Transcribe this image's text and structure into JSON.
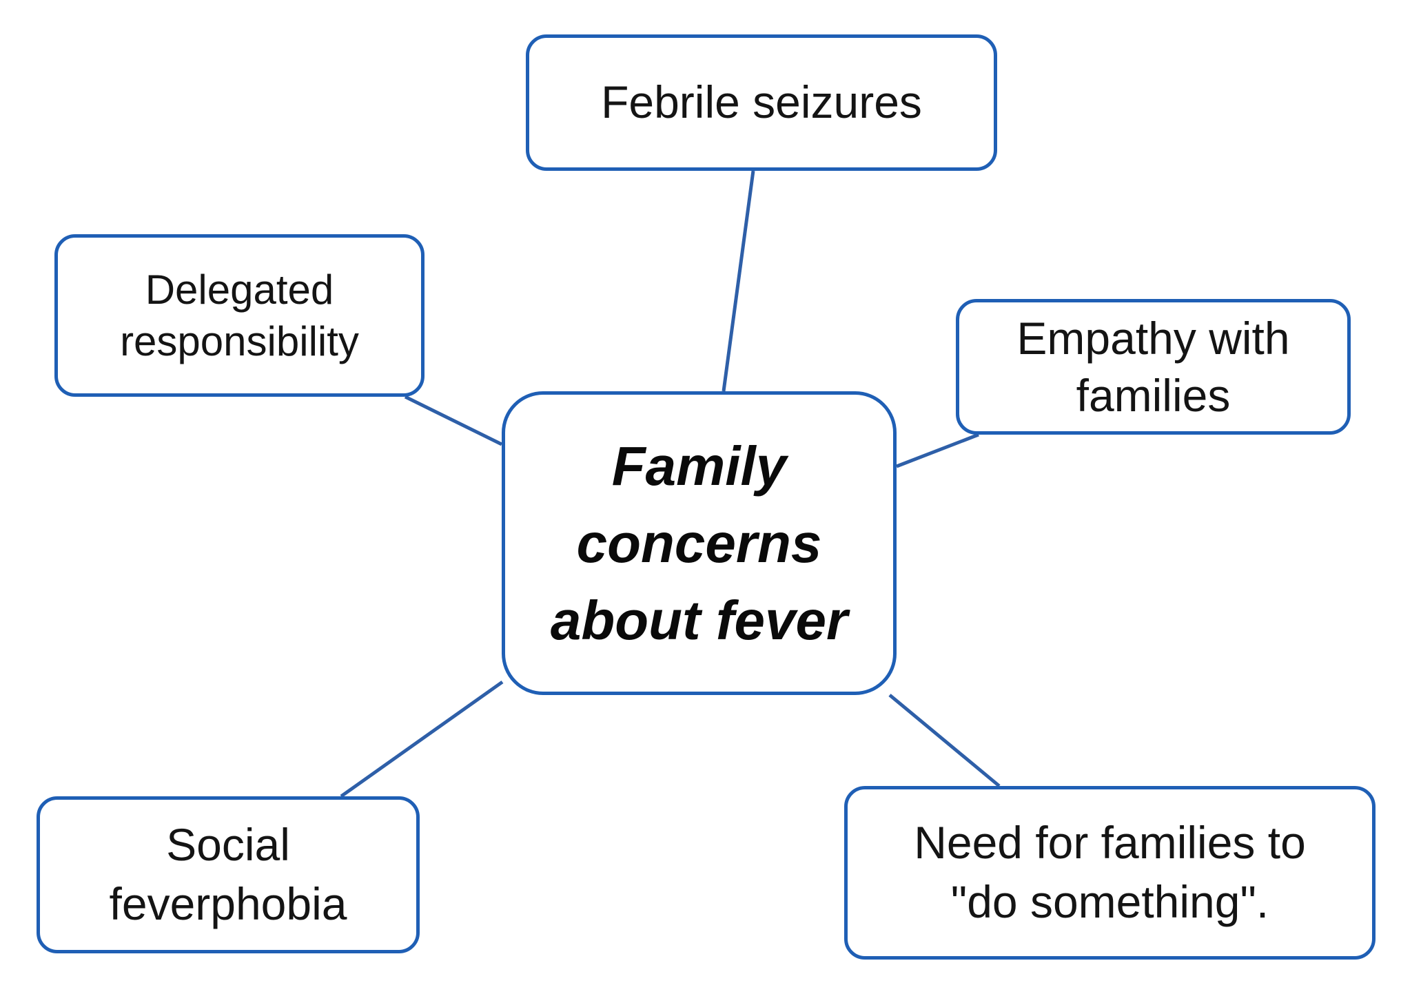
{
  "diagram": {
    "center": "Family\nconcerns\nabout fever",
    "nodes": {
      "febrile_seizures": "Febrile seizures",
      "delegated_responsibility": "Delegated\nresponsibility",
      "empathy_with_families": "Empathy with\nfamilies",
      "social_feverphobia": "Social\nfeverphobia",
      "need_to_do_something": "Need for families to\n\"do something\"."
    },
    "colors": {
      "box_border": "#1f5fb5",
      "connector": "#2e5fa8",
      "text": "#141414",
      "background": "#ffffff"
    }
  }
}
